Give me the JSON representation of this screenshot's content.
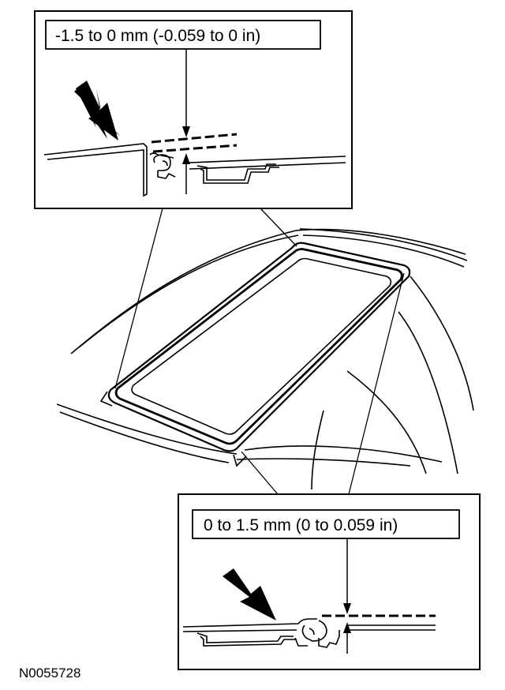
{
  "labels": {
    "top_measurement": "-1.5 to 0 mm (-0.059 to 0 in)",
    "bottom_measurement": "0 to 1.5 mm (0 to 0.059 in)",
    "figure_id": "N0055728"
  },
  "colors": {
    "ink": "#000000",
    "paper": "#ffffff"
  }
}
